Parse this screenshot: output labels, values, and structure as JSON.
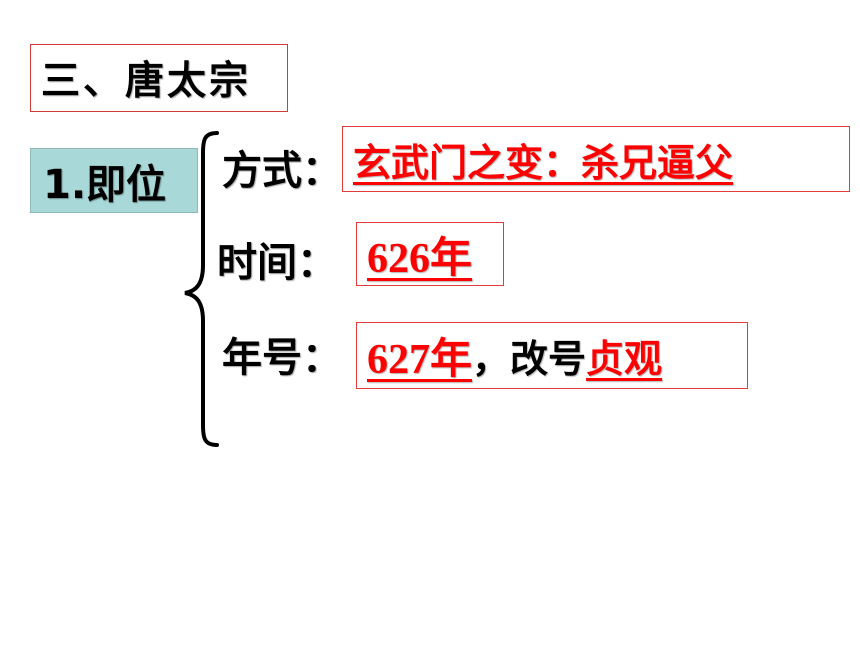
{
  "slide": {
    "title": "三、唐太宗",
    "section": "1.即位",
    "rows": [
      {
        "label": "方式：",
        "answer_red": "玄武门之变：杀兄逼父"
      },
      {
        "label": "时间：",
        "answer_red": "626年"
      },
      {
        "label": "年号：",
        "answer_red_1": "627年",
        "answer_black": "，改号",
        "answer_red_2": "贞观"
      }
    ]
  },
  "colors": {
    "answer_text": "#ff0000",
    "box_border": "#e23b3b",
    "section_fill": "#a8d8d8"
  }
}
